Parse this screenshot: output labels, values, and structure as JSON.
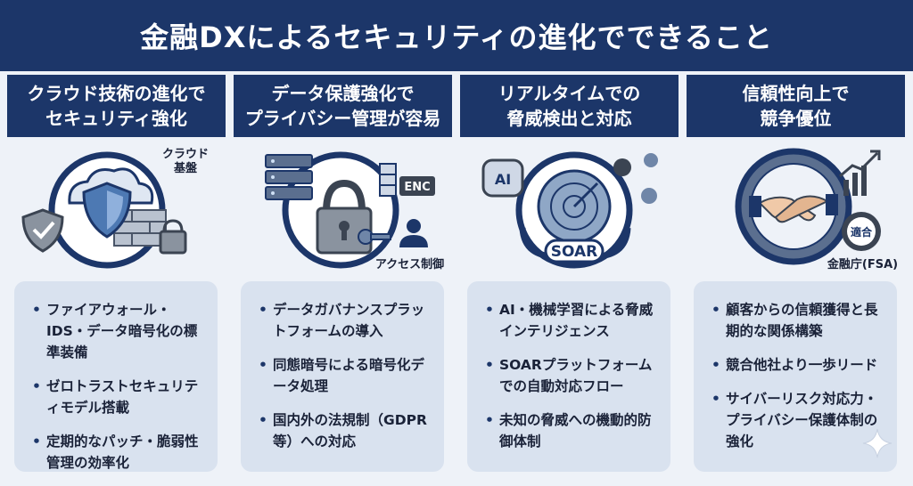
{
  "title": "金融DXによるセキュリティの進化でできること",
  "columns": [
    {
      "head_line1": "クラウド技術の進化で",
      "head_line2": "セキュリティ強化",
      "illus_label_line1": "クラウド",
      "illus_label_line2": "基盤",
      "bullets": [
        "ファイアウォール・IDS・データ暗号化の標準装備",
        "ゼロトラストセキュリティモデル搭載",
        "定期的なパッチ・脆弱性管理の効率化"
      ]
    },
    {
      "head_line1": "データ保護強化で",
      "head_line2": "プライバシー管理が容易",
      "illus_tag": "ENC",
      "illus_label": "アクセス制御",
      "bullets": [
        "データガバナンスプラットフォームの導入",
        "同態暗号による暗号化データ処理",
        "国内外の法規制（GDPR等）への対応"
      ]
    },
    {
      "head_line1": "リアルタイムでの",
      "head_line2": "脅威検出と対応",
      "illus_ai": "AI",
      "illus_soar": "SOAR",
      "bullets": [
        "AI・機械学習による脅威インテリジェンス",
        "SOARプラットフォームでの自動対応フロー",
        "未知の脅威への機動的防御体制"
      ]
    },
    {
      "head_line1": "信頼性向上で",
      "head_line2": "競争優位",
      "illus_badge": "適合",
      "illus_label": "金融庁(FSA)",
      "bullets": [
        "顧客からの信頼獲得と長期的な関係構築",
        "競合他社より一歩リード",
        "サイバーリスク対応力・プライバシー保護体制の強化"
      ]
    }
  ],
  "colors": {
    "navy": "#1c3669",
    "panel": "#d9e2ef",
    "background": "#eef2f8",
    "steel": "#6f86a8"
  },
  "icons": [
    "cloud-icon",
    "shield-icon",
    "lock-icon",
    "server-icon",
    "key-icon",
    "user-icon",
    "ai-chip-icon",
    "radar-icon",
    "virus-icon",
    "handshake-icon",
    "growth-chart-icon",
    "seal-icon",
    "sparkle-icon"
  ]
}
